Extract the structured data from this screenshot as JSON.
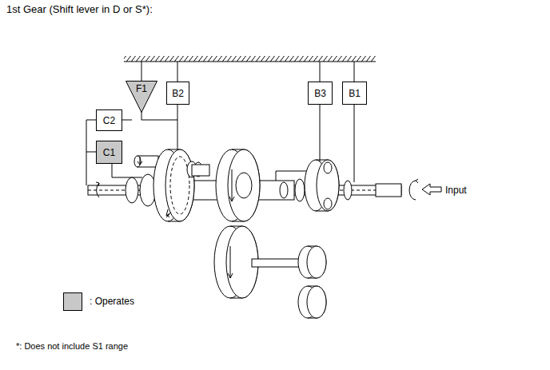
{
  "diagram": {
    "title": "1st Gear (Shift lever in D or S*):",
    "nodes": [
      {
        "text": [
          "F1"
        ]
      },
      {
        "text": [
          "B2"
        ]
      },
      {
        "text": [
          "B3"
        ]
      },
      {
        "text": [
          "B1"
        ]
      },
      {
        "text": [
          "C2"
        ]
      },
      {
        "text": [
          "C1"
        ]
      }
    ],
    "labels": [
      "Input",
      "*: Does not include S1 range"
    ],
    "legend": [
      {
        "text": ": Operates",
        "color": "#c8c8c8"
      }
    ]
  }
}
